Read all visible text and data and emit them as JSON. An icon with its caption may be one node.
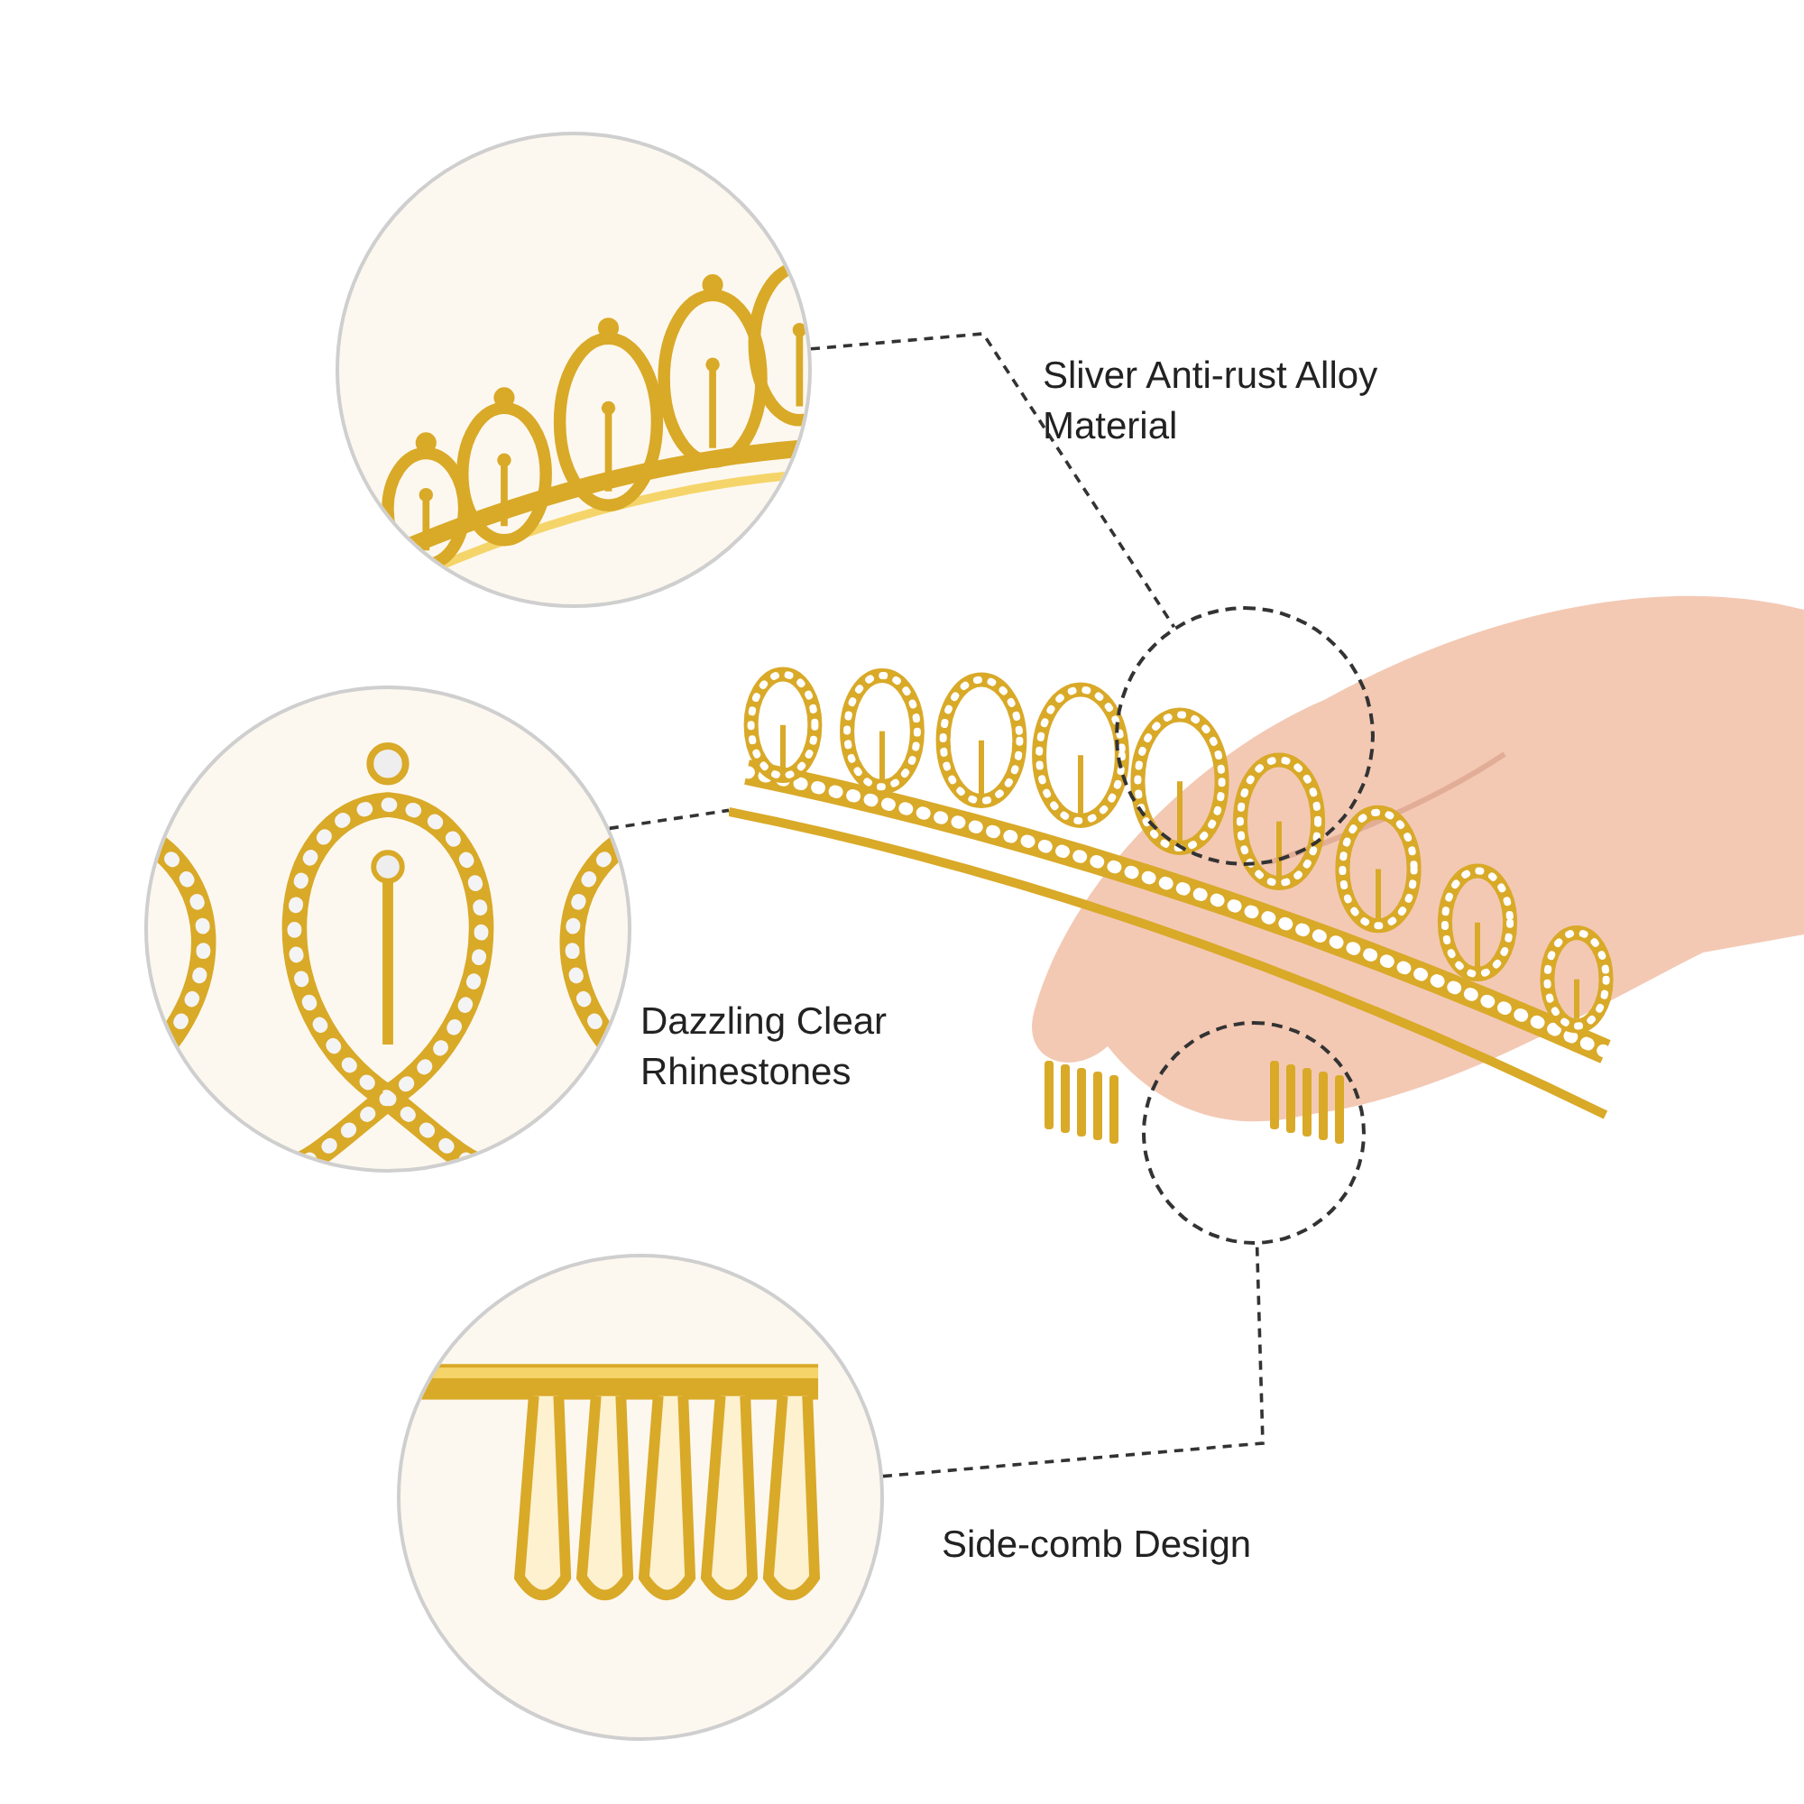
{
  "diagram": {
    "nodes": [
      {
        "text": [],
        "shape": "picture"
      },
      {
        "text": [],
        "shape": "picture"
      },
      {
        "text": [],
        "shape": "picture"
      },
      {
        "text": [],
        "shape": "picture"
      },
      {
        "text": [],
        "shape": "circle"
      },
      {
        "text": [],
        "shape": "circle"
      }
    ],
    "edges": [
      {
        "from": 0,
        "to": 4,
        "arrow": "none",
        "style": "dashed"
      },
      {
        "from": 1,
        "to": 3,
        "arrow": "none",
        "style": "dashed"
      },
      {
        "from": 2,
        "to": 5,
        "arrow": "none",
        "style": "dashed"
      }
    ],
    "labels": [
      "Sliver Anti-rust Alloy Material",
      "Dazzling Clear Rhinestones",
      "Side-comb Design"
    ]
  }
}
